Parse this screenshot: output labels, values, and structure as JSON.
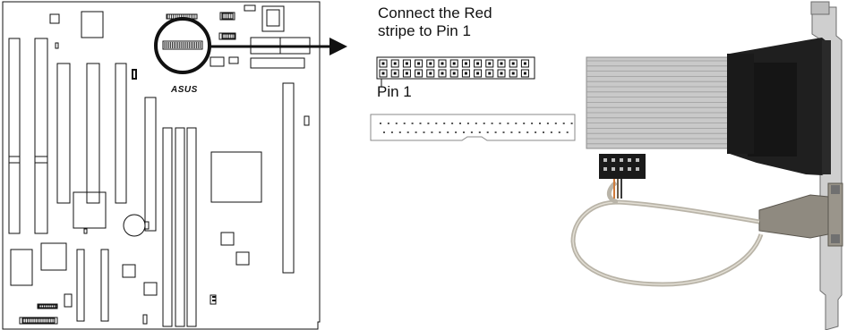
{
  "callout": {
    "line1": "Connect the Red",
    "line2": "stripe to Pin 1",
    "pin_label": "Pin 1"
  },
  "board": {
    "brand_logo": "ASUS"
  },
  "colors": {
    "line": "#111111",
    "cable_gray": "#c9c9c9",
    "bracket_metal": "#cfcfcf",
    "connector_black": "#1a1a1a",
    "db25_beige": "#8f8a80",
    "wire_red": "#d07a3a"
  },
  "header": {
    "top_row_pins": 13,
    "small_header_pins_per_row": 13,
    "large_header_top_pins": 25,
    "large_header_bottom_pins": 24
  }
}
